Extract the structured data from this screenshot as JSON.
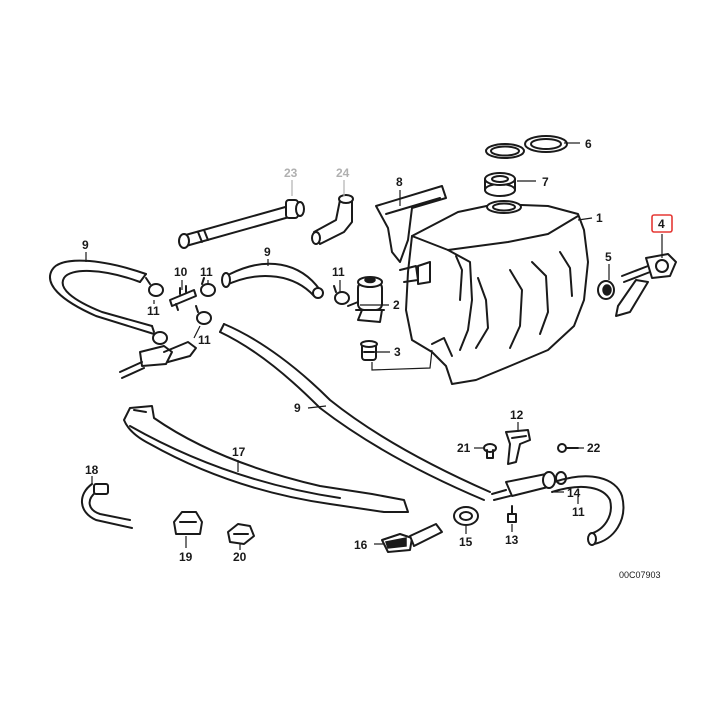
{
  "diagram": {
    "doc_code": "00C07903",
    "highlight_color": "#e53935",
    "callouts": {
      "c1": "1",
      "c2": "2",
      "c3": "3",
      "c4": "4",
      "c5": "5",
      "c6": "6",
      "c7": "7",
      "c8": "8",
      "c9a": "9",
      "c9b": "9",
      "c9c": "9",
      "c10": "10",
      "c11a": "11",
      "c11b": "11",
      "c11c": "11",
      "c11d": "11",
      "c11e": "11",
      "c12": "12",
      "c13": "13",
      "c14": "14",
      "c15": "15",
      "c16": "16",
      "c17": "17",
      "c18": "18",
      "c19": "19",
      "c20": "20",
      "c21": "21",
      "c22": "22",
      "c23": "23",
      "c24": "24"
    }
  }
}
